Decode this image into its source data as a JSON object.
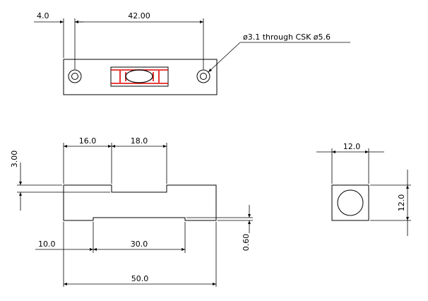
{
  "top_view": {
    "dim_edge": "4.0",
    "dim_hole_spacing": "42.00",
    "hole_note": "ø3.1 through CSK ø5.6"
  },
  "front_view": {
    "dim_left_step": "16.0",
    "dim_pocket": "18.0",
    "dim_height": "3.00",
    "dim_bottom_step": "10.0",
    "dim_bottom_recess": "30.0",
    "dim_recess_depth": "0.60",
    "dim_length": "50.0"
  },
  "side_view": {
    "dim_width": "12.0",
    "dim_height": "12.0"
  },
  "colors": {
    "bubble_vial": "#e00000",
    "line": "#000000"
  }
}
